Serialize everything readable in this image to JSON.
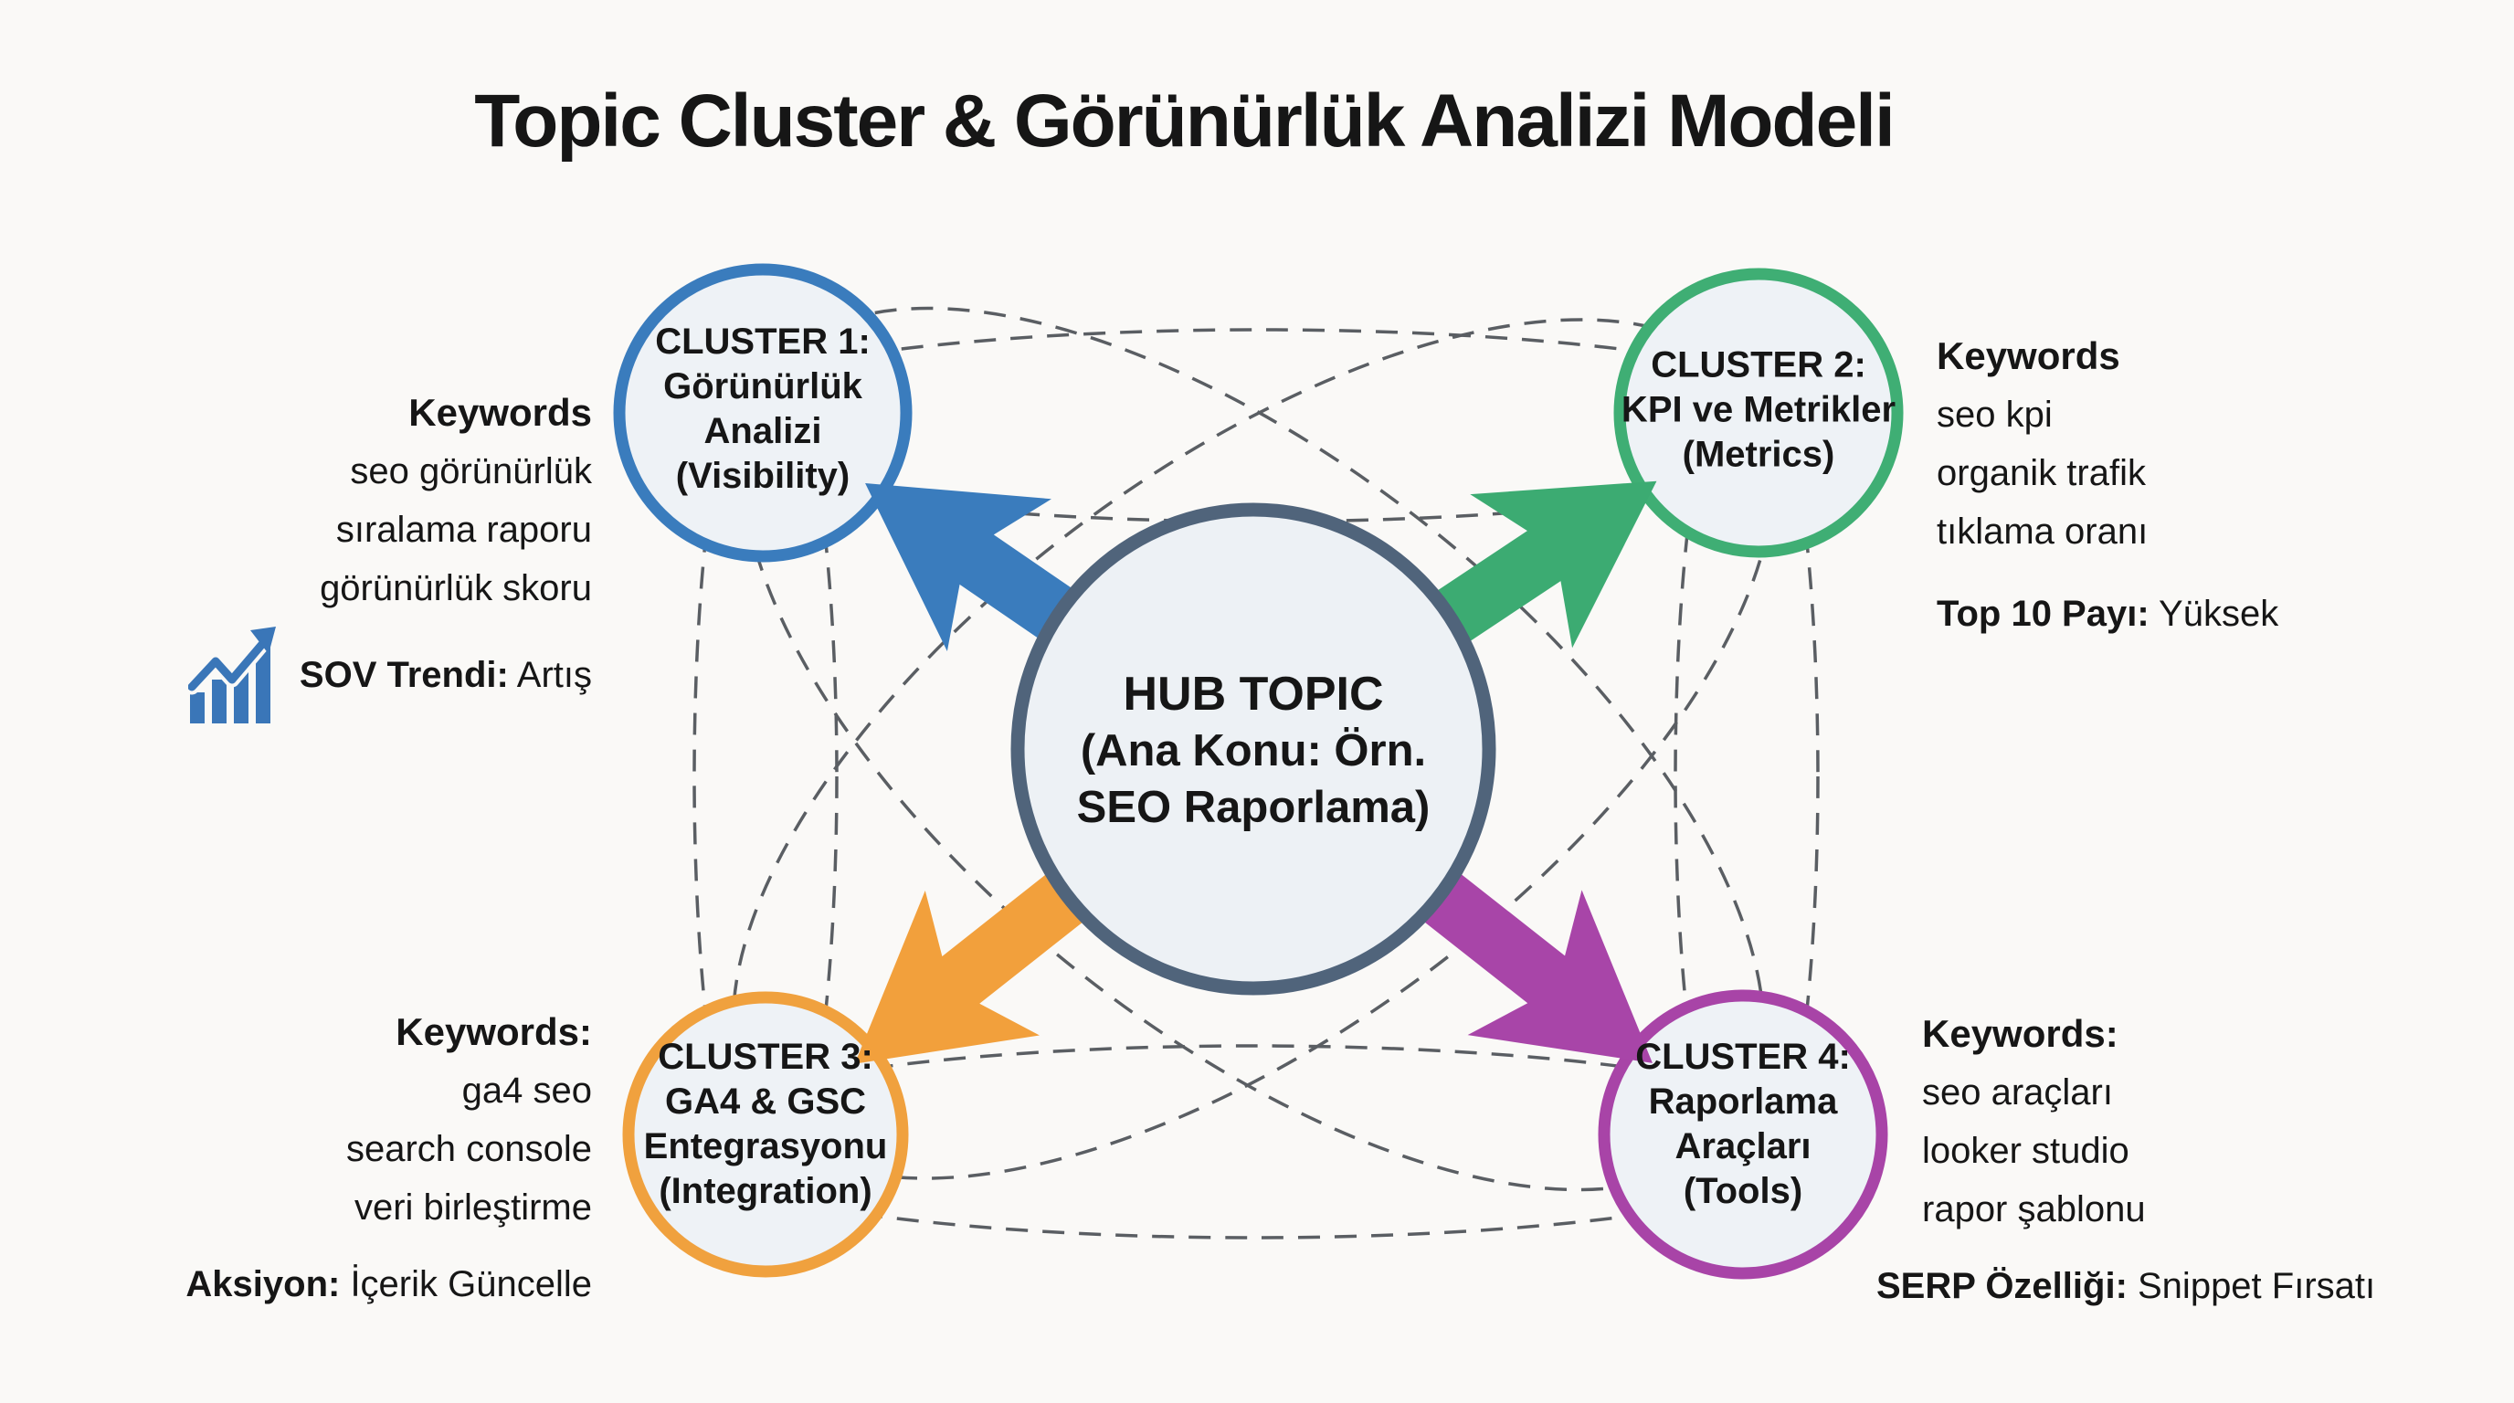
{
  "title": "Topic Cluster & Görünürlük Analizi Modeli",
  "hub": {
    "lines": [
      "HUB TOPIC",
      "(Ana Konu: Örn.",
      "SEO Raporlama)"
    ]
  },
  "clusters": [
    {
      "lines": [
        "CLUSTER 1:",
        "Görünürlük",
        "Analizi",
        "(Visibility)"
      ],
      "color": "#3a7cbd"
    },
    {
      "lines": [
        "CLUSTER 2:",
        "KPI ve Metrikler",
        "(Metrics)"
      ],
      "color": "#3fae74"
    },
    {
      "lines": [
        "CLUSTER 3:",
        "GA4 & GSC",
        "Entegrasyonu",
        "(Integration)"
      ],
      "color": "#f0a13e"
    },
    {
      "lines": [
        "CLUSTER 4:",
        "Raporlama",
        "Araçları",
        "(Tools)"
      ],
      "color": "#a844a7"
    }
  ],
  "keyword_blocks": {
    "top_left": {
      "heading": "Keywords",
      "items": [
        "seo görünürlük",
        "sıralama raporu",
        "görünürlük skoru"
      ],
      "metric_label": "SOV Trendi:",
      "metric_value": " Artış",
      "icon": "trend-up-bar-chart-icon"
    },
    "top_right": {
      "heading": "Keywords",
      "items": [
        "seo kpi",
        "organik trafik",
        "tıklama oranı"
      ],
      "metric_label": "Top 10 Payı:",
      "metric_value": " Yüksek"
    },
    "bottom_left": {
      "heading": "Keywords:",
      "items": [
        "ga4 seo",
        "search console",
        "veri birleştirme"
      ],
      "metric_label": "Aksiyon:",
      "metric_value": " İçerik Güncelle"
    },
    "bottom_right": {
      "heading": "Keywords:",
      "items": [
        "seo araçları",
        "looker studio",
        "rapor şablonu"
      ],
      "metric_label": "SERP Özelliği:",
      "metric_value": " Snippet Fırsatı"
    }
  },
  "colors": {
    "background": "#faf9f7",
    "text": "#161616",
    "hub_stroke": "#50647b",
    "hub_fill": "#edf1f5",
    "cluster_fill": "#eef2f6",
    "arrow_blue": "#3a7cbd",
    "arrow_green": "#3cab72",
    "arrow_orange": "#f2a03c",
    "arrow_purple": "#a845a8",
    "dashed_line": "#3f444a",
    "trend_icon_blue": "#3a76b8"
  }
}
